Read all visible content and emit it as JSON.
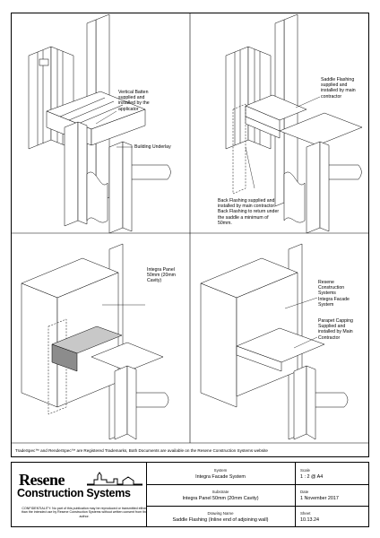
{
  "panels": {
    "top_left": {
      "notes": [
        "Vertical Batten\nsupplied and\ninstalled by the\napplicator",
        "Building Underlay"
      ]
    },
    "top_right": {
      "notes": [
        "Saddle Flashing\nsupplied and\ninstalled by main\ncontractor",
        "Back Flashing supplied and\ninstalled by main contractor.\nBack Flashing to return under\nthe saddle a minimum of\n50mm."
      ]
    },
    "bottom_left": {
      "notes": [
        "Integra Panel\n50mm (20mm\nCavity)"
      ]
    },
    "bottom_right": {
      "notes": [
        "Resene\nConstruction\nSystems\nIntegra Facade\nSystem",
        "Parapet Capping\nSupplied and\ninstalled by Main\nContractor"
      ]
    }
  },
  "trademark_note": "TradeSpec™ and RenderSpec™ are Registered Trademarks, Both Documents are available on the Resene Construction Systems website",
  "title_block": {
    "logo": {
      "wordmark": "Resene",
      "subtitle": "Construction Systems"
    },
    "confidentiality": "CONFIDENTIALITY: No part of this publication may be reproduced or transmitted either than the intended use by Resene Construction Systems without written consent from the author.",
    "system": {
      "label": "System",
      "value": "Integra Facade System"
    },
    "substrate": {
      "label": "Substrate",
      "value": "Integra Panel 50mm (20mm Cavity)"
    },
    "drawing_name": {
      "label": "Drawing Name",
      "value": "Saddle Flashing (Inline end of adjoining wall)"
    },
    "scale": {
      "label": "Scale",
      "value": "1 : 2 @ A4"
    },
    "date": {
      "label": "Date",
      "value": "1 November 2017"
    },
    "sheet": {
      "label": "Sheet",
      "value": "10.13.24"
    }
  },
  "colors": {
    "line": "#000000",
    "flashing_fill": "#c8c8c8",
    "flashing_dark": "#8c8c8c"
  }
}
